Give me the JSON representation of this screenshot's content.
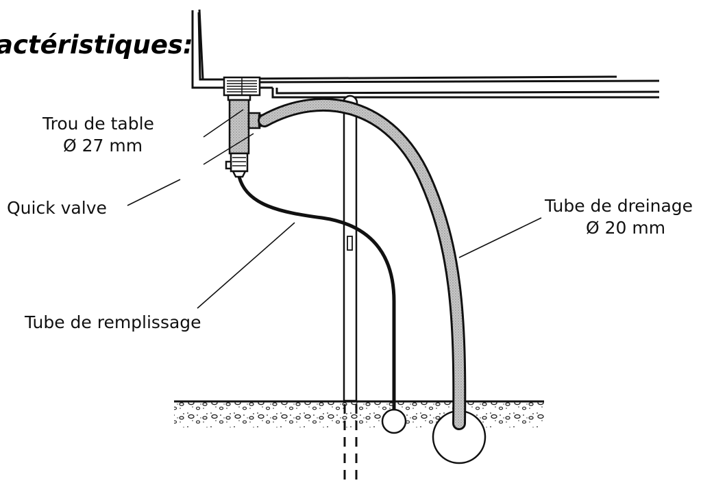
{
  "title": "actéristiques:",
  "labels": {
    "table_hole_line1": "Trou de table",
    "table_hole_line2": "Ø 27 mm",
    "quick_valve": "Quick valve",
    "drain_tube_line1": "Tube de dreinage",
    "drain_tube_line2": "Ø 20 mm",
    "fill_tube": "Tube de remplissage"
  },
  "colors": {
    "ink": "#111111",
    "hose_fill": "#bdbdbd",
    "background": "#ffffff"
  }
}
